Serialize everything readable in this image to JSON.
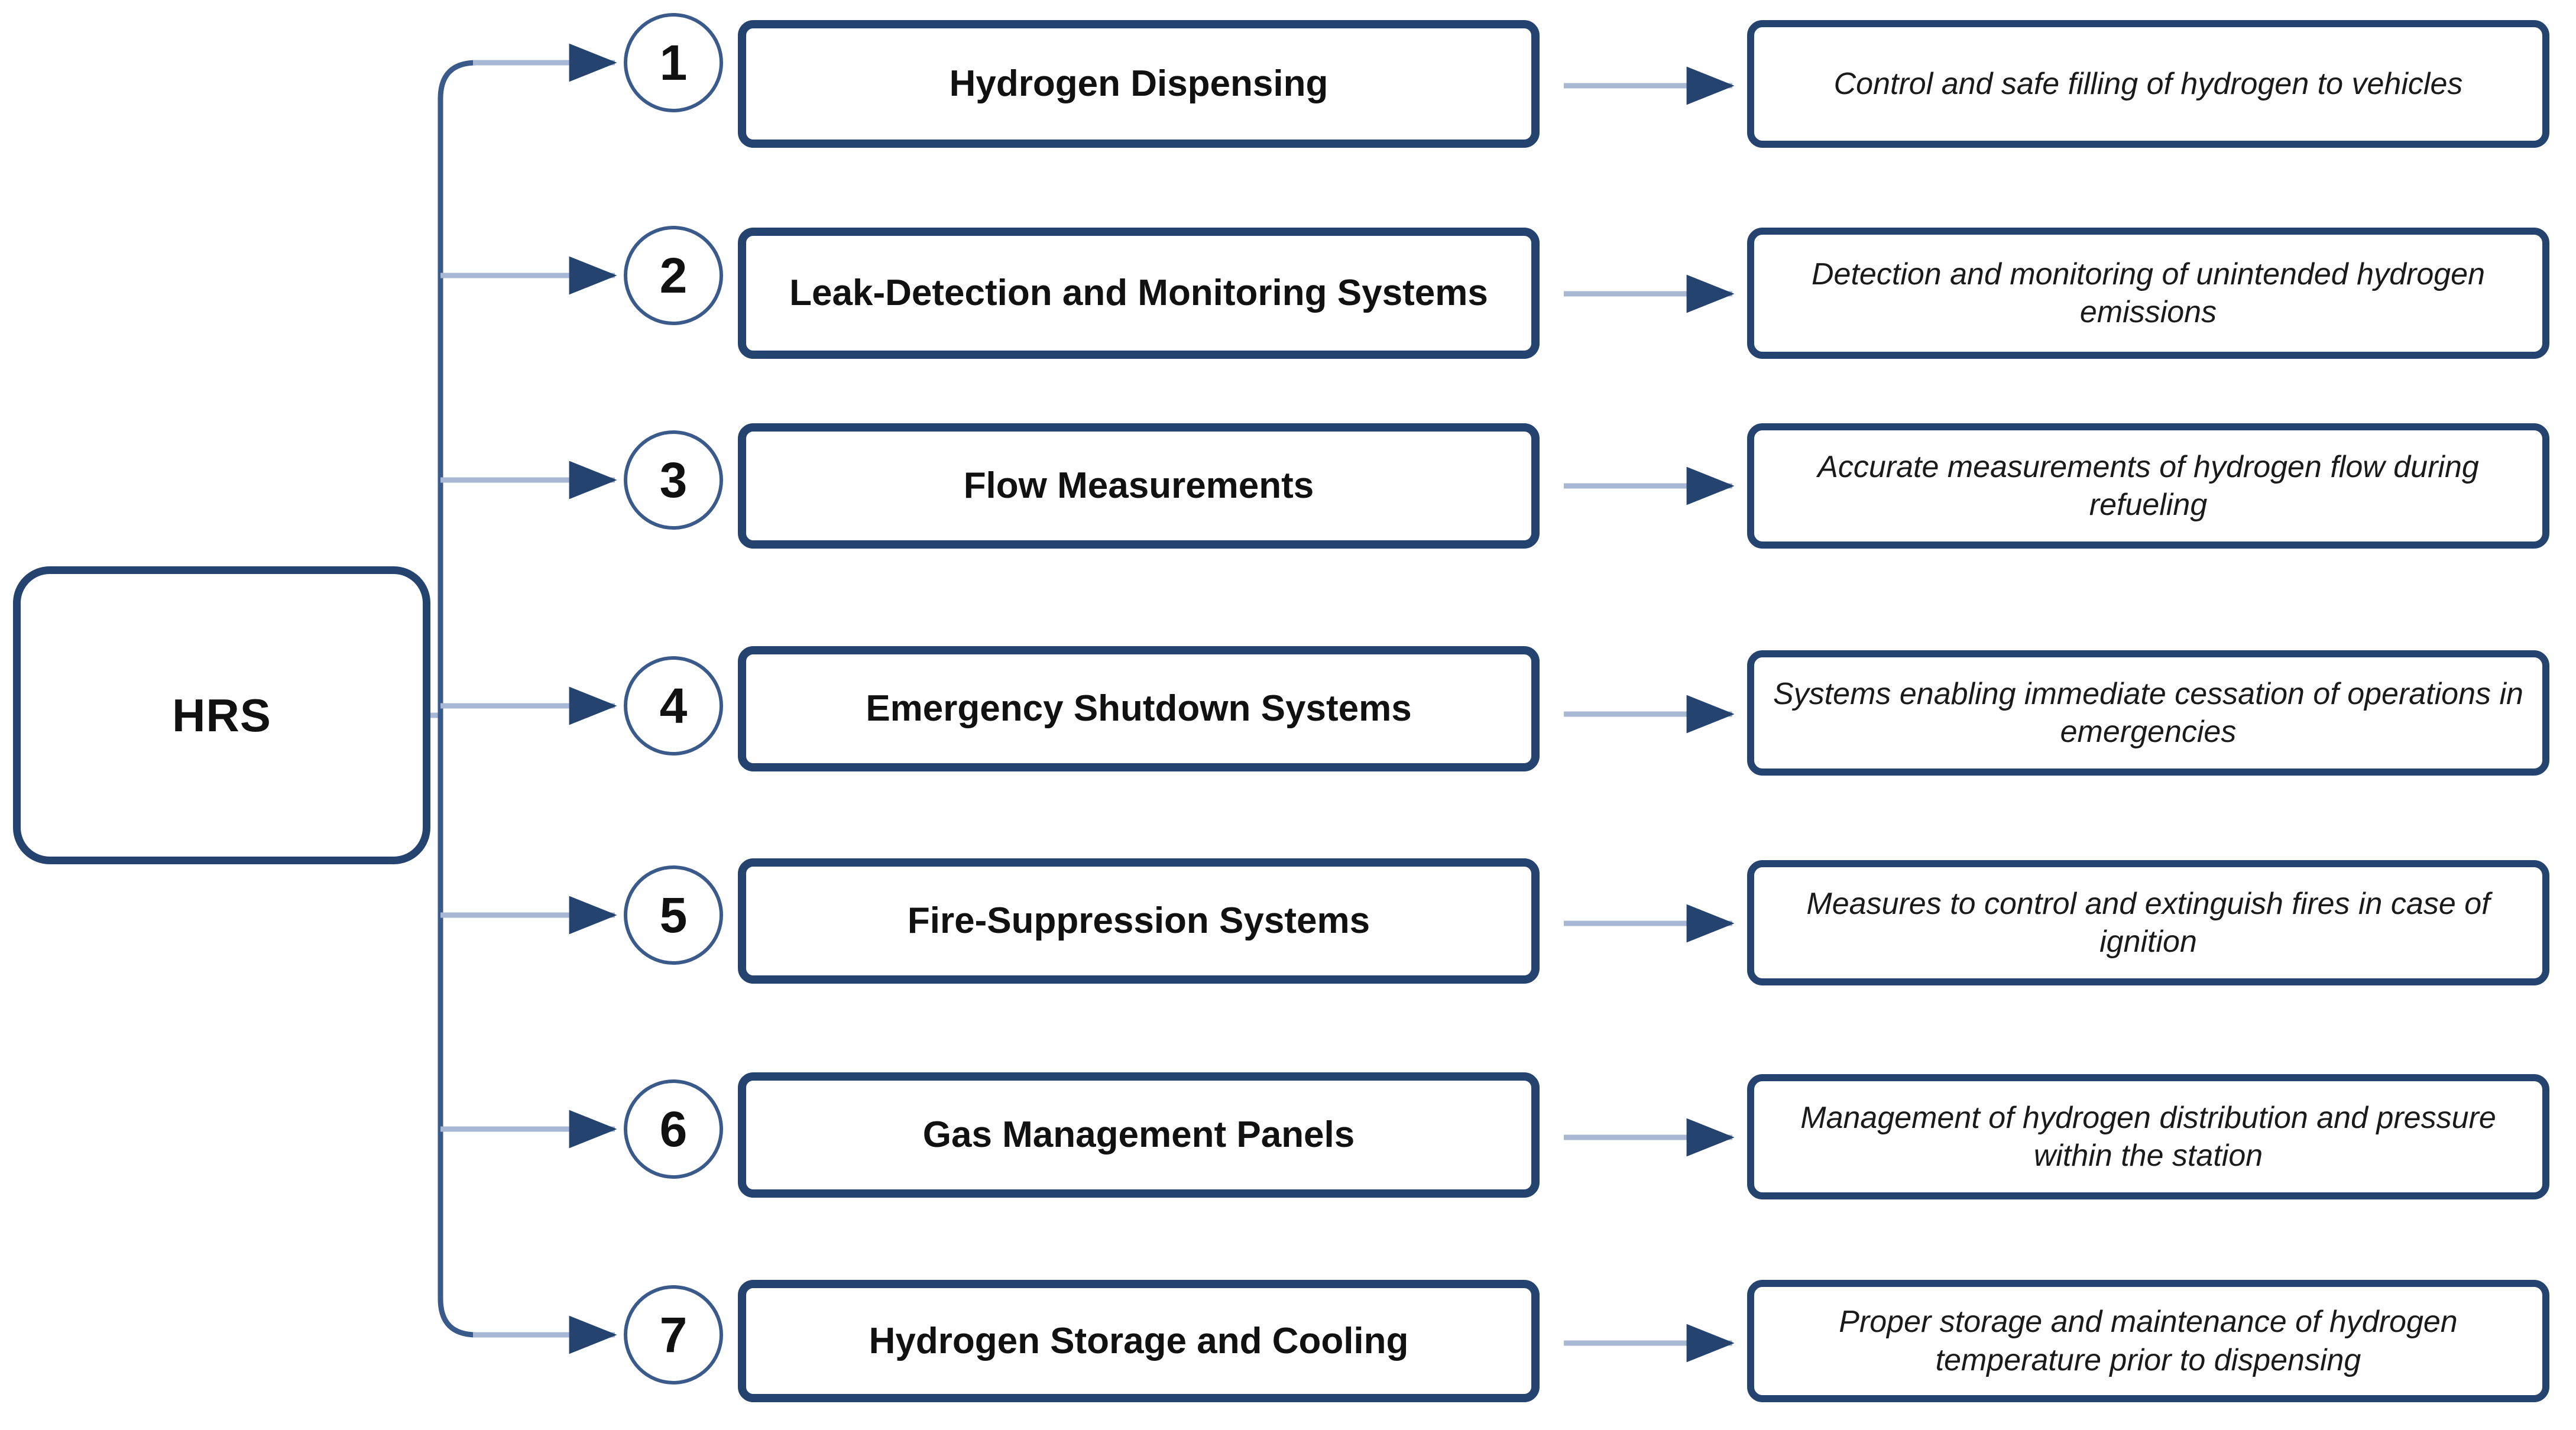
{
  "diagram": {
    "type": "tree-breakdown",
    "root": {
      "label": "HRS"
    },
    "colors": {
      "border_navy": "#24436F",
      "circle_blue": "#3B5A8C",
      "connector_blue": "#A8B8D4",
      "arrowhead_navy": "#24436F",
      "background": "#FFFFFF",
      "text": "#111111"
    },
    "branches": [
      {
        "number": "1",
        "title": "Hydrogen Dispensing",
        "description": "Control and safe filling of hydrogen to vehicles"
      },
      {
        "number": "2",
        "title": "Leak-Detection and Monitoring Systems",
        "description": "Detection and monitoring of unintended hydrogen emissions"
      },
      {
        "number": "3",
        "title": "Flow Measurements",
        "description": "Accurate measurements of hydrogen flow during refueling"
      },
      {
        "number": "4",
        "title": "Emergency Shutdown Systems",
        "description": "Systems enabling immediate cessation of operations in emergencies"
      },
      {
        "number": "5",
        "title": "Fire-Suppression Systems",
        "description": "Measures to control and extinguish fires in case of ignition"
      },
      {
        "number": "6",
        "title": "Gas Management Panels",
        "description": "Management of hydrogen distribution and pressure within the station"
      },
      {
        "number": "7",
        "title": "Hydrogen Storage and Cooling",
        "description": "Proper storage and maintenance of hydrogen temperature prior to dispensing"
      }
    ]
  }
}
